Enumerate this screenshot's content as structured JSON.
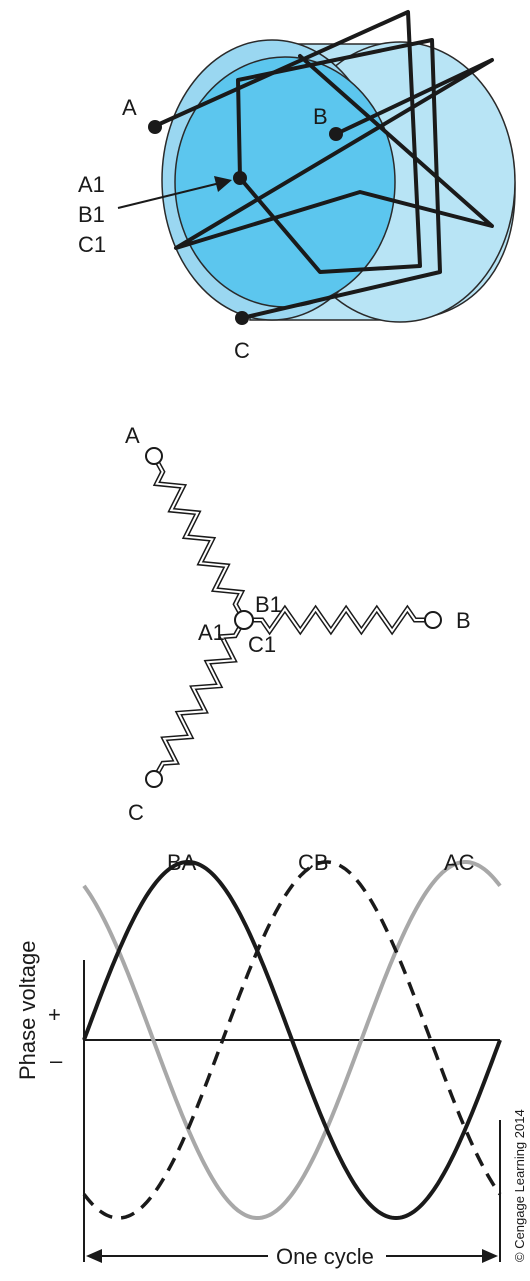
{
  "colors": {
    "ink": "#1a1a1a",
    "drum_face": "#5cc6ee",
    "drum_body": "#b8e4f5",
    "drum_edge": "#2a2a2a",
    "wave_gray": "#a8a8a8"
  },
  "rotor": {
    "terminal_a": "A",
    "terminal_b": "B",
    "terminal_c": "C",
    "common_a": "A1",
    "common_b": "B1",
    "common_c": "C1"
  },
  "wye": {
    "terminal_a": "A",
    "terminal_b": "B",
    "terminal_c": "C",
    "center_a": "A1",
    "center_b": "B1",
    "center_c": "C1"
  },
  "waveform": {
    "ylabel": "Phase voltage",
    "plus": "+",
    "minus": "–",
    "span_label": "One cycle",
    "series": [
      {
        "name": "BA",
        "style": "solid-black",
        "phase_deg": 0
      },
      {
        "name": "CB",
        "style": "dashed-black",
        "phase_deg": -120
      },
      {
        "name": "AC",
        "style": "solid-gray",
        "phase_deg": 120
      }
    ]
  },
  "credit": "© Cengage Learning 2014"
}
